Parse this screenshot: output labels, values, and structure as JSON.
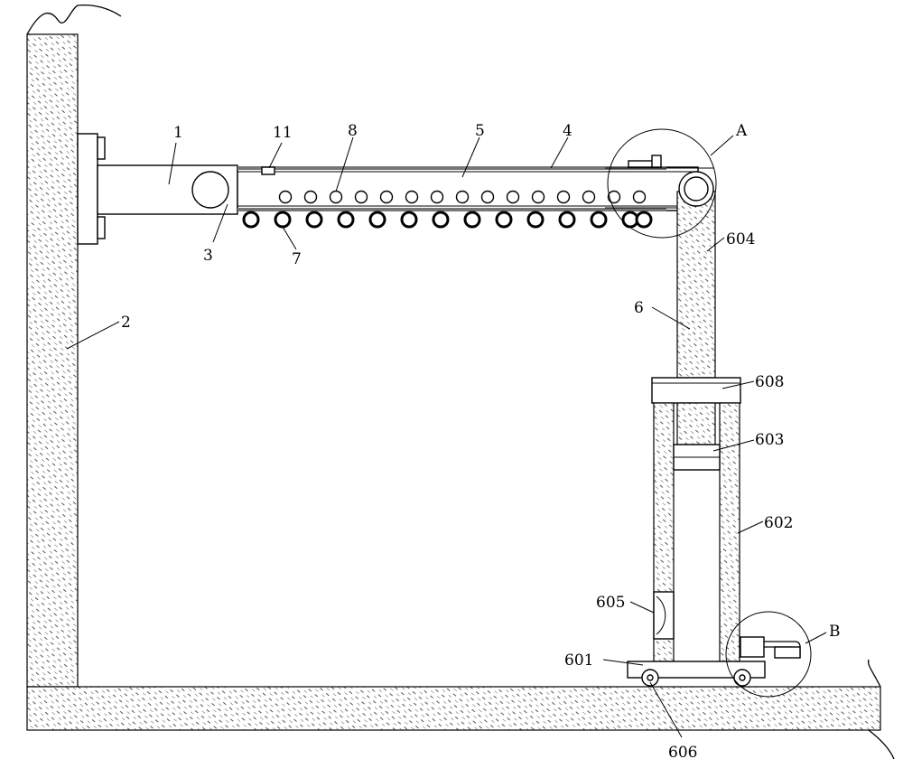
{
  "labels": {
    "l1": "1",
    "l11": "11",
    "l8": "8",
    "l5": "5",
    "l4": "4",
    "lA": "A",
    "l604": "604",
    "l3": "3",
    "l7": "7",
    "l2": "2",
    "l6": "6",
    "l608": "608",
    "l603": "603",
    "l602": "602",
    "l605": "605",
    "lB": "B",
    "l601": "601",
    "l606": "606"
  }
}
